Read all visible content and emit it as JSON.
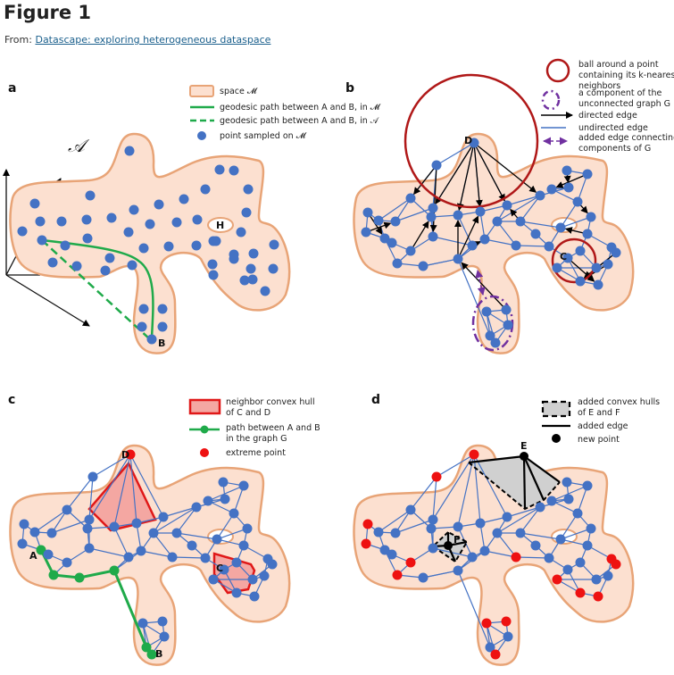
{
  "header": {
    "title": "Figure 1",
    "from_prefix": "From: ",
    "from_link": "Datascape: exploring heterogeneous dataspace"
  },
  "colors": {
    "manifold_fill": "#fce0d0",
    "manifold_stroke": "#e8a477",
    "point": "#4472c4",
    "edge": "#4472c4",
    "geodesic": "#1faa4a",
    "ball": "#b01818",
    "component": "#7030a0",
    "hull_fill": "#f4a7a2",
    "hull_stroke": "#e01818",
    "extreme": "#ee1111",
    "added_hull_fill": "#d0d0d0",
    "black": "#000000"
  },
  "panels": {
    "a": {
      "label": "a",
      "space_symbol": "𝒜",
      "hole_label": "H",
      "point_b_label": "B",
      "legend": [
        {
          "symbol": "space-swatch",
          "text": "space 𝓜"
        },
        {
          "symbol": "solid-green-line",
          "text": "geodesic path between A and B, in 𝓜"
        },
        {
          "symbol": "dashed-green-line",
          "text": "geodesic path between A and B, in 𝒜"
        },
        {
          "symbol": "blue-dot",
          "text": "point sampled on 𝓜"
        }
      ]
    },
    "b": {
      "label": "b",
      "node_d_label": "D",
      "node_c_label": "C",
      "legend": [
        {
          "symbol": "red-circle",
          "lines": [
            "ball around a point",
            "containing its k-nearest",
            "neighbors"
          ]
        },
        {
          "symbol": "purple-dashdot-circle",
          "lines": [
            "a component of the",
            "unconnected graph G"
          ]
        },
        {
          "symbol": "black-arrow",
          "lines": [
            "directed edge"
          ]
        },
        {
          "symbol": "blue-line",
          "lines": [
            "undirected edge"
          ]
        },
        {
          "symbol": "purple-dashed-double-arrow",
          "lines": [
            "added edge connecting",
            "components of G"
          ]
        }
      ]
    },
    "c": {
      "label": "c",
      "node_a_label": "A",
      "node_b_label": "B",
      "node_c_label": "C",
      "node_d_label": "D",
      "legend": [
        {
          "symbol": "red-hull-swatch",
          "lines": [
            "neighbor convex hull",
            "of C and D"
          ]
        },
        {
          "symbol": "green-path-with-dot",
          "lines": [
            "path between A and B",
            "in the graph G"
          ]
        },
        {
          "symbol": "red-dot",
          "lines": [
            "extreme point"
          ]
        }
      ]
    },
    "d": {
      "label": "d",
      "node_e_label": "E",
      "node_f_label": "F",
      "legend": [
        {
          "symbol": "dashed-gray-swatch",
          "lines": [
            "added convex hulls",
            "of E and F"
          ]
        },
        {
          "symbol": "black-line",
          "lines": [
            "added edge"
          ]
        },
        {
          "symbol": "black-dot",
          "lines": [
            "new point"
          ]
        }
      ]
    }
  }
}
